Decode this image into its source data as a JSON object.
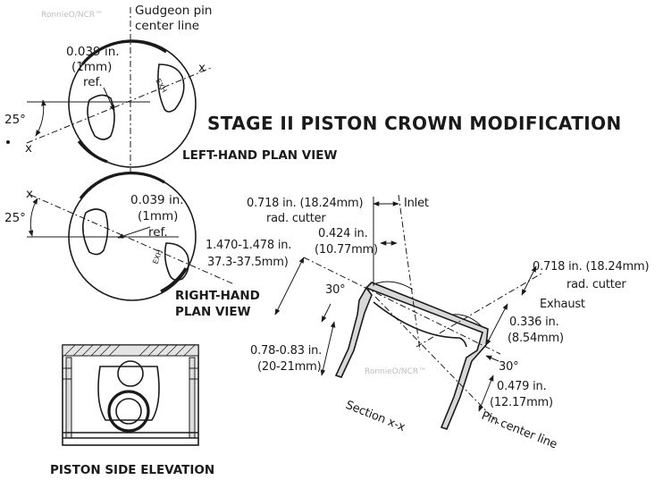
{
  "watermark": "RonnieO/NCR™",
  "title": "STAGE II PISTON CROWN MODIFICATION",
  "views": {
    "left_hand": {
      "caption": "LEFT-HAND PLAN VIEW",
      "gudgeon_line_1": "Gudgeon pin",
      "gudgeon_line_2": "center line",
      "offset_1": "0.039 in.",
      "offset_2": "(1mm)",
      "offset_3": "ref.",
      "angle": "25°",
      "valve_label": "EXH",
      "axis_mark": "x"
    },
    "right_hand": {
      "caption_1": "RIGHT-HAND",
      "caption_2": "PLAN VIEW",
      "offset_1": "0.039 in.",
      "offset_2": "(1mm)",
      "offset_3": "ref.",
      "angle": "25°",
      "valve_label": "EXH",
      "axis_mark": "x"
    },
    "side_elevation": {
      "caption": "PISTON SIDE ELEVATION"
    },
    "section": {
      "caption": "Section x-x",
      "pin_center_line": "Pin center line",
      "inlet_cutter_1": "0.718 in. (18.24mm)",
      "inlet_cutter_2": "rad. cutter",
      "inlet": "Inlet",
      "inlet_depth_1": "0.424 in.",
      "inlet_depth_2": "(10.77mm)",
      "diameter_1": "1.470-1.478 in.",
      "diameter_2": "37.3-37.5mm)",
      "inlet_angle": "30°",
      "height_1": "0.78-0.83 in.",
      "height_2": "(20-21mm)",
      "exhaust_cutter_1": "0.718 in. (18.24mm)",
      "exhaust_cutter_2": "rad. cutter",
      "exhaust": "Exhaust",
      "exhaust_depth_1": "0.336 in.",
      "exhaust_depth_2": "(8.54mm)",
      "exhaust_angle": "30°",
      "pin_offset_1": "0.479 in.",
      "pin_offset_2": "(12.17mm)"
    }
  }
}
